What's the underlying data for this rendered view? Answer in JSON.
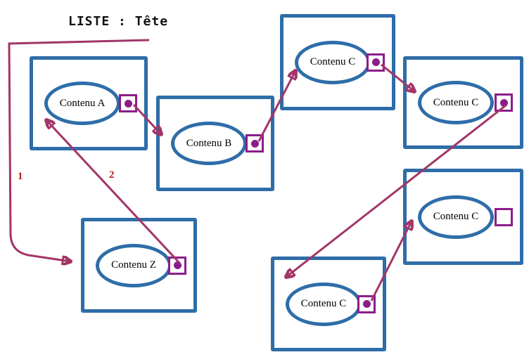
{
  "title": "LISTE : Tête",
  "nodes": [
    {
      "label": "Contenu A",
      "pointer": "filled"
    },
    {
      "label": "Contenu B",
      "pointer": "filled"
    },
    {
      "label": "Contenu C",
      "pointer": "filled"
    },
    {
      "label": "Contenu C",
      "pointer": "filled"
    },
    {
      "label": "Contenu C",
      "pointer": "empty"
    },
    {
      "label": "Contenu C",
      "pointer": "filled"
    },
    {
      "label": "Contenu Z",
      "pointer": "filled"
    }
  ],
  "arrow_labels": {
    "head_arrow": "1",
    "insert_arrow": "2"
  },
  "colors": {
    "box-blue": "#2e6da8",
    "pointer-purple": "#8b1d8b",
    "arrow-magenta": "#a23568",
    "label-red": "#b22222",
    "title-black": "#111111"
  }
}
